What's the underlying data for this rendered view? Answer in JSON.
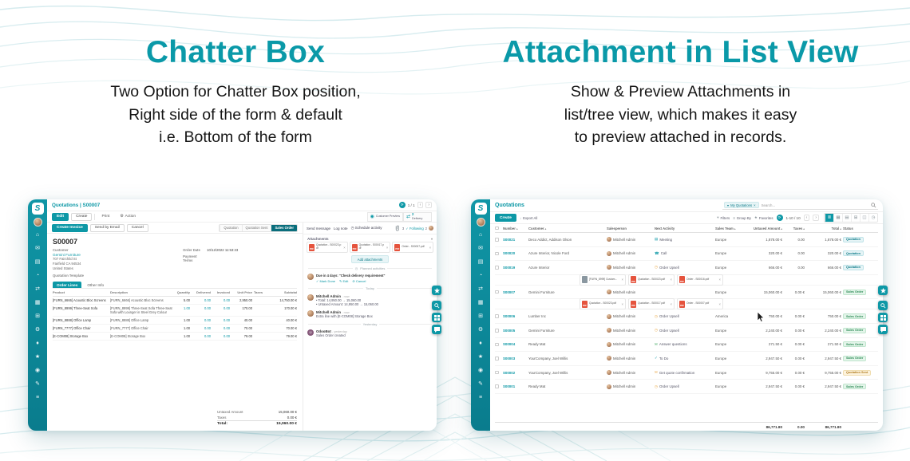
{
  "hero": {
    "left": {
      "title": "Chatter Box",
      "line1": "Two Option for Chatter Box position,",
      "line2": "Right side of the form & default",
      "line3": "i.e. Bottom of the form"
    },
    "right": {
      "title": "Attachment in List View",
      "line1": "Show & Preview Attachments in",
      "line2": "list/tree view, which makes it easy",
      "line3": "to preview attached in records."
    }
  },
  "colors": {
    "accent": "#0d98a6",
    "sidebar_top": "#1096a6",
    "sidebar_bottom": "#0a7c8d",
    "pdf_red": "#e5533d",
    "badge_quotation": "#0b7a88",
    "badge_sales_order": "#2e8b57",
    "badge_quotation_sent": "#b07c1f"
  },
  "form_app": {
    "breadcrumb": "Quotations | S00007",
    "pager": "1 / 1",
    "toolbar": {
      "edit": "Edit",
      "create": "Create",
      "print": "Print",
      "action": "Action"
    },
    "smart_buttons": {
      "preview": "Customer Preview",
      "delivery_count": "2",
      "delivery": "Delivery"
    },
    "actions": {
      "create_invoice": "Create Invoice",
      "send_by_email": "Send by Email",
      "cancel": "Cancel"
    },
    "statusbar": {
      "s1": "Quotation",
      "s2": "Quotation Sent",
      "s3": "Sales Order"
    },
    "record": {
      "name": "S00007",
      "customer_label": "Customer",
      "customer": "Gemini Furniture",
      "addr1": "707 Fairchild St",
      "addr2": "Fairfield CA 94534",
      "addr3": "United States",
      "order_date_label": "Order Date",
      "order_date": "10/12/2022 11:53:23",
      "payment_terms_label": "Payment Terms",
      "template_label": "Quotation Template"
    },
    "tabs": {
      "t1": "Order Lines",
      "t2": "Other Info"
    },
    "table": {
      "h": [
        "Product",
        "Description",
        "Quantity",
        "Delivered",
        "Invoiced",
        "Unit Price",
        "Taxes",
        "Subtotal"
      ],
      "rows": [
        {
          "p": "[FURN_6666] Acoustic Bloc Screens",
          "d": "[FURN_6666] Acoustic Bloc Screens",
          "q": "5.00",
          "dl": "0.00",
          "i": "0.00",
          "u": "2,950.00",
          "tx": "",
          "s": "14,750.00 €"
        },
        {
          "p": "[FURN_8999] Three-Seat Sofa",
          "d": "[FURN_8999] Three-Seat Sofa Three-Seat Sofa with Lounger in Steel Grey Colour",
          "q": "1.00",
          "dl": "0.00",
          "i": "0.00",
          "u": "170.00",
          "tx": "",
          "s": "170.00 €"
        },
        {
          "p": "[FURN_8888] Office Lamp",
          "d": "[FURN_8888] Office Lamp",
          "q": "1.00",
          "dl": "0.00",
          "i": "0.00",
          "u": "40.00",
          "tx": "",
          "s": "40.00 €"
        },
        {
          "p": "[FURN_7777] Office Chair",
          "d": "[FURN_7777] Office Chair",
          "q": "1.00",
          "dl": "0.00",
          "i": "0.00",
          "u": "70.00",
          "tx": "",
          "s": "70.00 €"
        },
        {
          "p": "[E-COM08] Storage Box",
          "d": "[E-COM08] Storage Box",
          "q": "1.00",
          "dl": "0.00",
          "i": "0.00",
          "u": "79.00",
          "tx": "",
          "s": "79.00 €"
        }
      ],
      "totals": {
        "untaxed_label": "Untaxed Amount",
        "untaxed": "15,060.00 €",
        "taxes_label": "Taxes",
        "taxes": "0.00 €",
        "total_label": "Total:",
        "total": "15,060.00 €"
      }
    },
    "chatter": {
      "send_message": "Send message",
      "log_note": "Log note",
      "schedule_activity": "Schedule activity",
      "attach_count": "3",
      "following": "Following",
      "follower_count": "2",
      "attachments_label": "Attachments",
      "attachments": [
        "Quotation - S00023.pdf",
        "Quotation - S00017.pdf",
        "Order - S00007.pdf"
      ],
      "add_attachments": "Add attachments",
      "planned_activities": "Planned activities",
      "activity_title": "Due in 4 days: \"Check delivery requirement\"",
      "mark_done": "Mark Done",
      "edit": "Edit",
      "cancel": "Cancel",
      "today": "Today",
      "yesterday": "Yesterday",
      "messages": [
        {
          "author": "Mitchell Admin",
          "time": "- now",
          "l1": "Total: 14,950.00 → 15,060.00",
          "l2": "Untaxed Amount: 14,950.00 → 15,060.00"
        },
        {
          "author": "Mitchell Admin",
          "time": "- now",
          "l1": "Extra line with [E-COM08] Storage Box",
          "l2": ""
        },
        {
          "author": "OdooBot",
          "time": "- yesterday",
          "l1": "Sales Order created",
          "l2": ""
        }
      ]
    }
  },
  "list_app": {
    "title": "Quotations",
    "facet": "My Quotations",
    "search_placeholder": "Search...",
    "create": "Create",
    "export_all": "Export All",
    "filters": "Filters",
    "group_by": "Group By",
    "favorites": "Favorites",
    "pager": "1-10 / 10",
    "h": [
      "Number",
      "Customer",
      "Salesperson",
      "Next Activity",
      "Sales Team",
      "Untaxed Amount",
      "Taxes",
      "Total",
      "Status"
    ],
    "rows": [
      {
        "n": "S00021",
        "c": "Deco Addict, Addison Olson",
        "s": "Mitchell Admin",
        "a": "Meeting",
        "t": "Europe",
        "u": "1,878.00 €",
        "x": "0.00",
        "tt": "1,878.00 €",
        "st": "Quotation"
      },
      {
        "n": "S00020",
        "c": "Azure Interior, Nicole Ford",
        "s": "Mitchell Admin",
        "a": "Call",
        "t": "Europe",
        "u": "320.00 €",
        "x": "0.00",
        "tt": "320.00 €",
        "st": "Quotation"
      },
      {
        "n": "S00019",
        "c": "Azure Interior",
        "s": "Mitchell Admin",
        "a": "Order Upsell",
        "t": "Europe",
        "u": "666.00 €",
        "x": "0.00",
        "tt": "666.00 €",
        "st": "Quotation"
      },
      {
        "n": "S00007",
        "c": "Gemini Furniture",
        "s": "Mitchell Admin",
        "a": "",
        "t": "Europe",
        "u": "15,060.00 €",
        "x": "0.00 €",
        "tt": "15,060.00 €",
        "st": "Sales Order"
      },
      {
        "n": "S00006",
        "c": "Lumber Inc",
        "s": "Mitchell Admin",
        "a": "Order Upsell",
        "t": "America",
        "u": "750.00 €",
        "x": "0.00 €",
        "tt": "750.00 €",
        "st": "Sales Order"
      },
      {
        "n": "S00005",
        "c": "Gemini Furniture",
        "s": "Mitchell Admin",
        "a": "Order Upsell",
        "t": "Europe",
        "u": "2,240.00 €",
        "x": "0.00 €",
        "tt": "2,240.00 €",
        "st": "Sales Order"
      },
      {
        "n": "S00004",
        "c": "Ready Mat",
        "s": "Mitchell Admin",
        "a": "Answer questions",
        "t": "Europe",
        "u": "271.50 €",
        "x": "0.00 €",
        "tt": "271.50 €",
        "st": "Sales Order"
      },
      {
        "n": "S00003",
        "c": "YourCompany, Joel Willis",
        "s": "Mitchell Admin",
        "a": "To Do",
        "t": "Europe",
        "u": "2,947.50 €",
        "x": "0.00 €",
        "tt": "2,947.50 €",
        "st": "Sales Order"
      },
      {
        "n": "S00002",
        "c": "YourCompany, Joel Willis",
        "s": "Mitchell Admin",
        "a": "Get quote confirmation",
        "t": "Europe",
        "u": "9,755.00 €",
        "x": "0.00 €",
        "tt": "9,755.00 €",
        "st": "Quotation Sent"
      },
      {
        "n": "S00001",
        "c": "Ready Mat",
        "s": "Mitchell Admin",
        "a": "Order Upsell",
        "t": "Europe",
        "u": "2,947.50 €",
        "x": "0.00 €",
        "tt": "2,947.50 €",
        "st": "Sales Order"
      }
    ],
    "chips_row_1": [
      "[FURN_8999] Custom...",
      "Quotation - S00023.pdf",
      "Order - S00016.pdf"
    ],
    "chips_row_2": [
      "Quotation - S00023.pdf",
      "Quotation - S00017.pdf",
      "Order - S00007.pdf"
    ],
    "footer": {
      "untaxed": "86,771.80",
      "taxes": "0.00",
      "total": "86,771.80"
    }
  }
}
